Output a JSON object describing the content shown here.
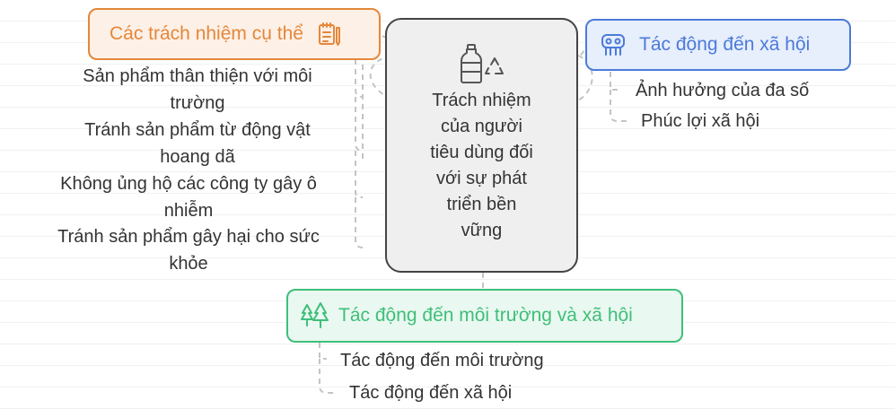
{
  "center": {
    "icon": "bottle-recycle-icon",
    "lines": [
      "Trách nhiệm",
      "của người",
      "tiêu dùng đối",
      "với sự phát",
      "triển bền",
      "vững"
    ]
  },
  "branches": {
    "specific": {
      "label": "Các trách nhiệm cụ thể",
      "icon": "notepad-pencil-icon",
      "color": "#e5873a",
      "fill": "#fdf0e6",
      "items": [
        [
          "Sản phẩm thân thiện với môi",
          "trường"
        ],
        [
          "Tránh sản phẩm từ động vật",
          "hoang dã"
        ],
        [
          "Không ủng hộ các công ty gây ô",
          "nhiễm"
        ],
        [
          "Tránh sản phẩm gây hại cho sức",
          "khỏe"
        ]
      ]
    },
    "social": {
      "label": "Tác động đến xã hội",
      "icon": "people-group-icon",
      "color": "#4b7bd8",
      "fill": "#e7eefc",
      "items": [
        "Ảnh hưởng của đa số",
        "Phúc lợi xã hội"
      ]
    },
    "env_social": {
      "label": "Tác động đến môi trường và xã hội",
      "icon": "trees-icon",
      "color": "#3fbf7a",
      "fill": "#e9f8f0",
      "items": [
        "Tác động đến môi trường",
        "Tác động đến xã hội"
      ]
    }
  }
}
